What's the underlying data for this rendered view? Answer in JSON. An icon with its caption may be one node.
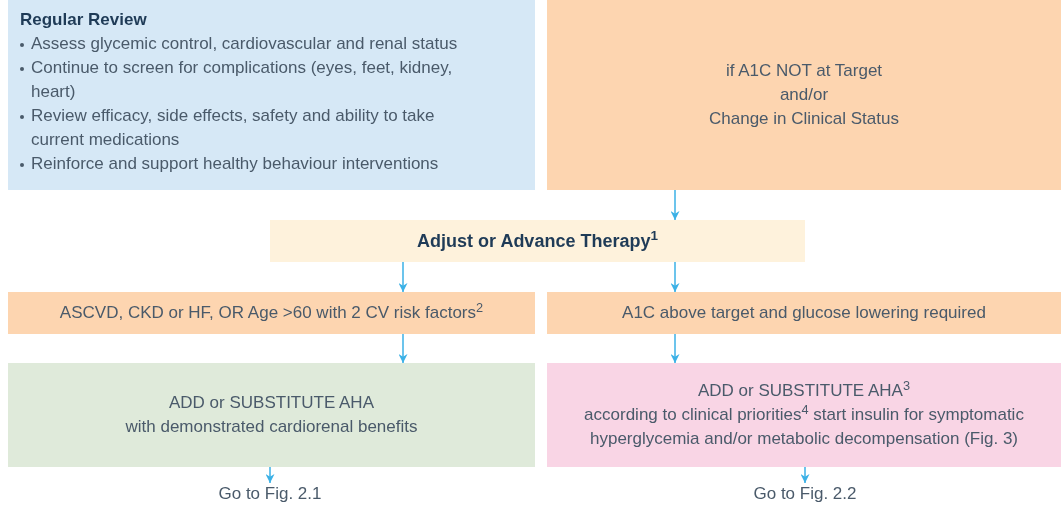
{
  "diagram": {
    "nodes": [
      {
        "text": [
          "Regular Review",
          "Assess glycemic control, cardiovascular and renal status",
          "Continue to screen for complications (eyes, feet, kidney, heart)",
          "Review efficacy, side effects, safety and ability to take current medications",
          "Reinforce and support healthy behaviour interventions"
        ]
      },
      {
        "text": [
          "if A1C NOT at Target",
          "and/or",
          "Change in Clinical Status"
        ]
      },
      {
        "text": [
          "Adjust or Advance Therapy$^{1}$"
        ]
      },
      {
        "text": [
          "ASCVD, CKD or HF, OR Age >60 with 2 CV risk factors$^{2}$"
        ]
      },
      {
        "text": [
          "A1C above target and glucose lowering required"
        ]
      },
      {
        "text": [
          "ADD or SUBSTITUTE AHA",
          "with demonstrated cardiorenal benefits"
        ]
      },
      {
        "text": [
          "ADD or SUBSTITUTE AHA$^{3}$",
          "according to clinical priorities$^{4}$ start insulin for symptomatic hyperglycemia and/or metabolic decompensation (Fig. 3)"
        ]
      },
      {
        "text": [
          "Go to Fig. 2.1"
        ]
      },
      {
        "text": [
          "Go to Fig. 2.2"
        ]
      }
    ],
    "edges": [
      {
        "from": 1,
        "to": 2,
        "arrow": "to"
      },
      {
        "from": 2,
        "to": 3,
        "arrow": "to"
      },
      {
        "from": 2,
        "to": 4,
        "arrow": "to"
      },
      {
        "from": 3,
        "to": 5,
        "arrow": "to"
      },
      {
        "from": 4,
        "to": 6,
        "arrow": "to"
      },
      {
        "from": 5,
        "to": 7,
        "arrow": "to"
      },
      {
        "from": 6,
        "to": 8,
        "arrow": "to"
      }
    ]
  }
}
